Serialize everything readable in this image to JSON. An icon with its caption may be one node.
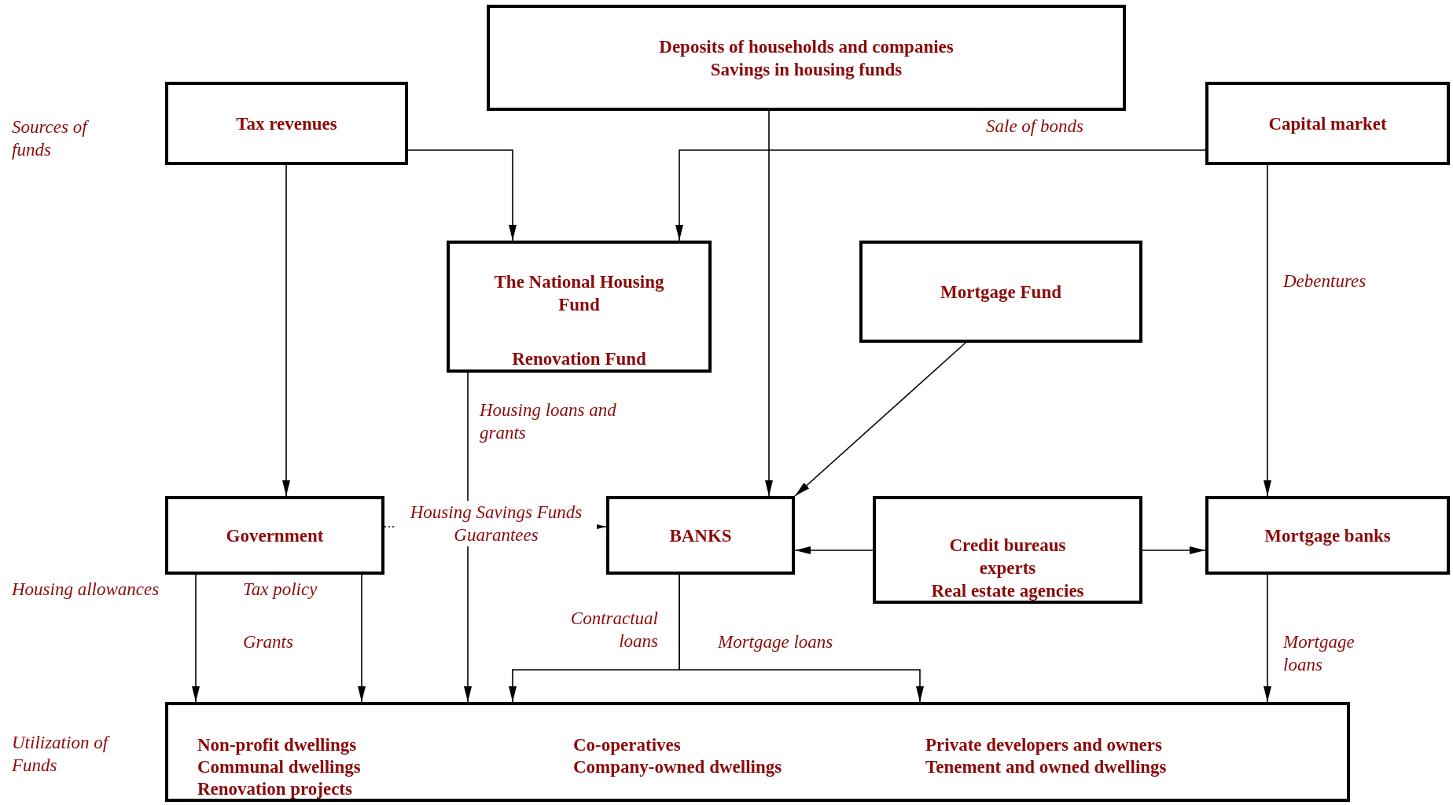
{
  "diagram": {
    "nodes": [
      {
        "text": [
          "Deposits of households and companies",
          "Savings in housing funds"
        ]
      },
      {
        "text": [
          "Tax revenues"
        ]
      },
      {
        "text": [
          "Capital market"
        ]
      },
      {
        "text": [
          "The National Housing Fund",
          "Renovation Fund"
        ]
      },
      {
        "text": [
          "Mortgage Fund"
        ]
      },
      {
        "text": [
          "Government"
        ]
      },
      {
        "text": [
          "BANKS"
        ]
      },
      {
        "text": [
          "Credit bureaus experts",
          "Real estate agencies"
        ]
      },
      {
        "text": [
          "Mortgage banks"
        ]
      },
      {
        "text": [
          "Non-profit dwellings",
          "Communal dwellings",
          "Renovation projects",
          "Co-operatives",
          "Company-owned dwellings",
          "Private developers and owners",
          "Tenement and owned dwellings"
        ]
      }
    ],
    "edges": [
      {
        "from": 1,
        "to": 3,
        "arrow": "to"
      },
      {
        "from": 2,
        "to": 3,
        "arrow": "to",
        "label": "Sale of bonds"
      },
      {
        "from": 0,
        "to": 6,
        "arrow": "to"
      },
      {
        "from": 1,
        "to": 5,
        "arrow": "to"
      },
      {
        "from": 2,
        "to": 8,
        "arrow": "to",
        "label": "Debentures"
      },
      {
        "from": 4,
        "to": 6,
        "arrow": "to"
      },
      {
        "from": 5,
        "to": 6,
        "arrow": "to",
        "style": "dashed",
        "label": "Housing Savings Funds Guarantees"
      },
      {
        "from": 7,
        "to": 6,
        "arrow": "to"
      },
      {
        "from": 7,
        "to": 8,
        "arrow": "to"
      },
      {
        "from": 3,
        "to": 9,
        "arrow": "to",
        "label": "Housing loans and grants"
      },
      {
        "from": 5,
        "to": 9,
        "arrow": "to",
        "label": "Housing allowances"
      },
      {
        "from": 5,
        "to": 9,
        "arrow": "to",
        "label": "Grants"
      },
      {
        "from": 6,
        "to": 9,
        "arrow": "to",
        "label": "Contractual loans"
      },
      {
        "from": 6,
        "to": 9,
        "arrow": "to",
        "label": "Mortgage loans"
      },
      {
        "from": 8,
        "to": 9,
        "arrow": "to",
        "label": "Mortgage loans"
      }
    ],
    "labels": [
      "Sources of funds",
      "Tax policy",
      "Utilization of Funds"
    ]
  }
}
